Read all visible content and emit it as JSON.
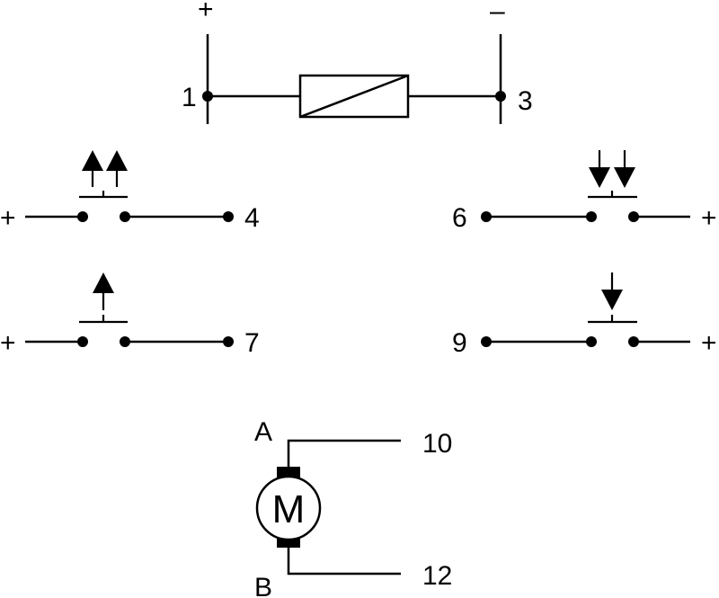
{
  "colors": {
    "line": "#000000",
    "background": "#ffffff"
  },
  "coil": {
    "plus": "+",
    "minus": "–",
    "pin_left": "1",
    "pin_right": "3"
  },
  "switches": [
    {
      "id": "double-up",
      "arrows": "up-up",
      "pin": "4",
      "supply": "+"
    },
    {
      "id": "double-down",
      "arrows": "down-down",
      "pin": "6",
      "supply": "+"
    },
    {
      "id": "single-up",
      "arrows": "up",
      "pin": "7",
      "supply": "+"
    },
    {
      "id": "single-down",
      "arrows": "down",
      "pin": "9",
      "supply": "+"
    }
  ],
  "motor": {
    "symbol": "M",
    "terminal_top": "A",
    "terminal_bottom": "B",
    "pin_top": "10",
    "pin_bottom": "12"
  }
}
